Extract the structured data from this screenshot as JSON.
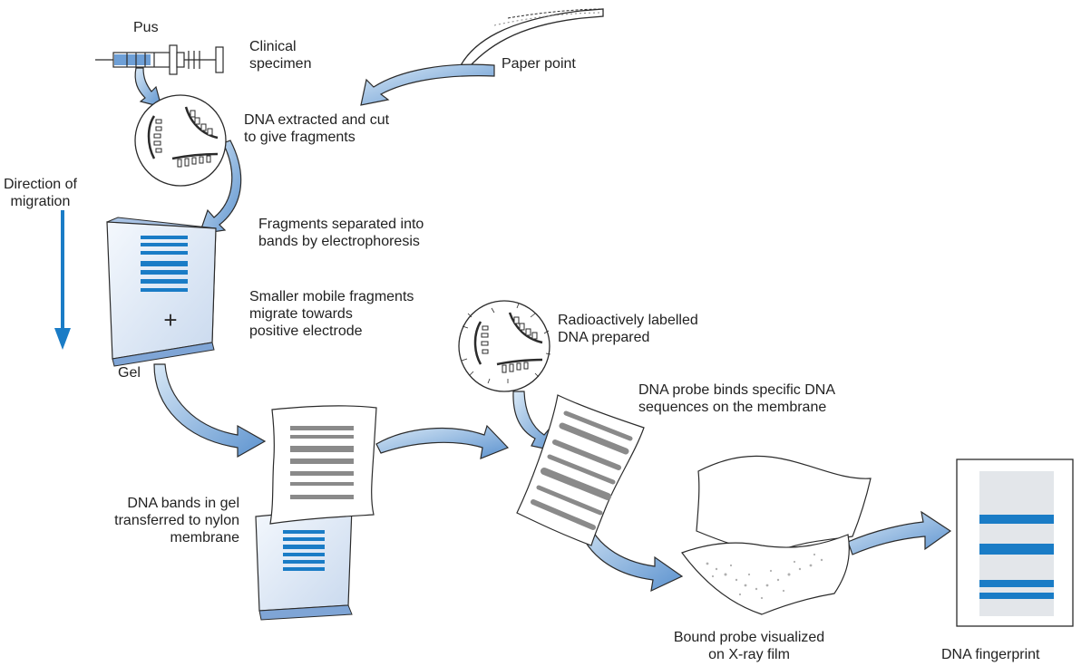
{
  "colors": {
    "arrow_fill": "#6e9fd6",
    "arrow_light": "#c5dcf1",
    "band_blue": "#1a7cc6",
    "band_gray": "#8a8a8a",
    "outline": "#2b2b2b"
  },
  "labels": {
    "pus": "Pus",
    "clinical_specimen": [
      "Clinical",
      "specimen"
    ],
    "paper_point": "Paper point",
    "dna_extracted": [
      "DNA extracted and cut",
      "to give fragments"
    ],
    "direction_of_migration": [
      "Direction of",
      "migration"
    ],
    "fragments_separated": [
      "Fragments separated into",
      "bands by electrophoresis"
    ],
    "smaller_fragments": [
      "Smaller mobile fragments",
      "migrate towards",
      "positive electrode"
    ],
    "plus_sign": "+",
    "gel": "Gel",
    "radioactively_labelled": [
      "Radioactively labelled",
      "DNA prepared"
    ],
    "probe_binds": [
      "DNA probe binds specific DNA",
      "sequences on the membrane"
    ],
    "dna_bands_transferred": [
      "DNA bands in gel",
      "transferred to nylon",
      "membrane"
    ],
    "bound_probe": [
      "Bound probe visualized",
      "on X-ray film"
    ],
    "dna_fingerprint": "DNA fingerprint"
  },
  "icons": [
    "syringe-icon",
    "paper-point-icon",
    "dna-fragments-icon",
    "gel-slab-icon",
    "membrane-sheet-icon",
    "radiolabelled-dna-icon",
    "probed-membrane-icon",
    "xray-film-icon",
    "dna-fingerprint-icon"
  ]
}
